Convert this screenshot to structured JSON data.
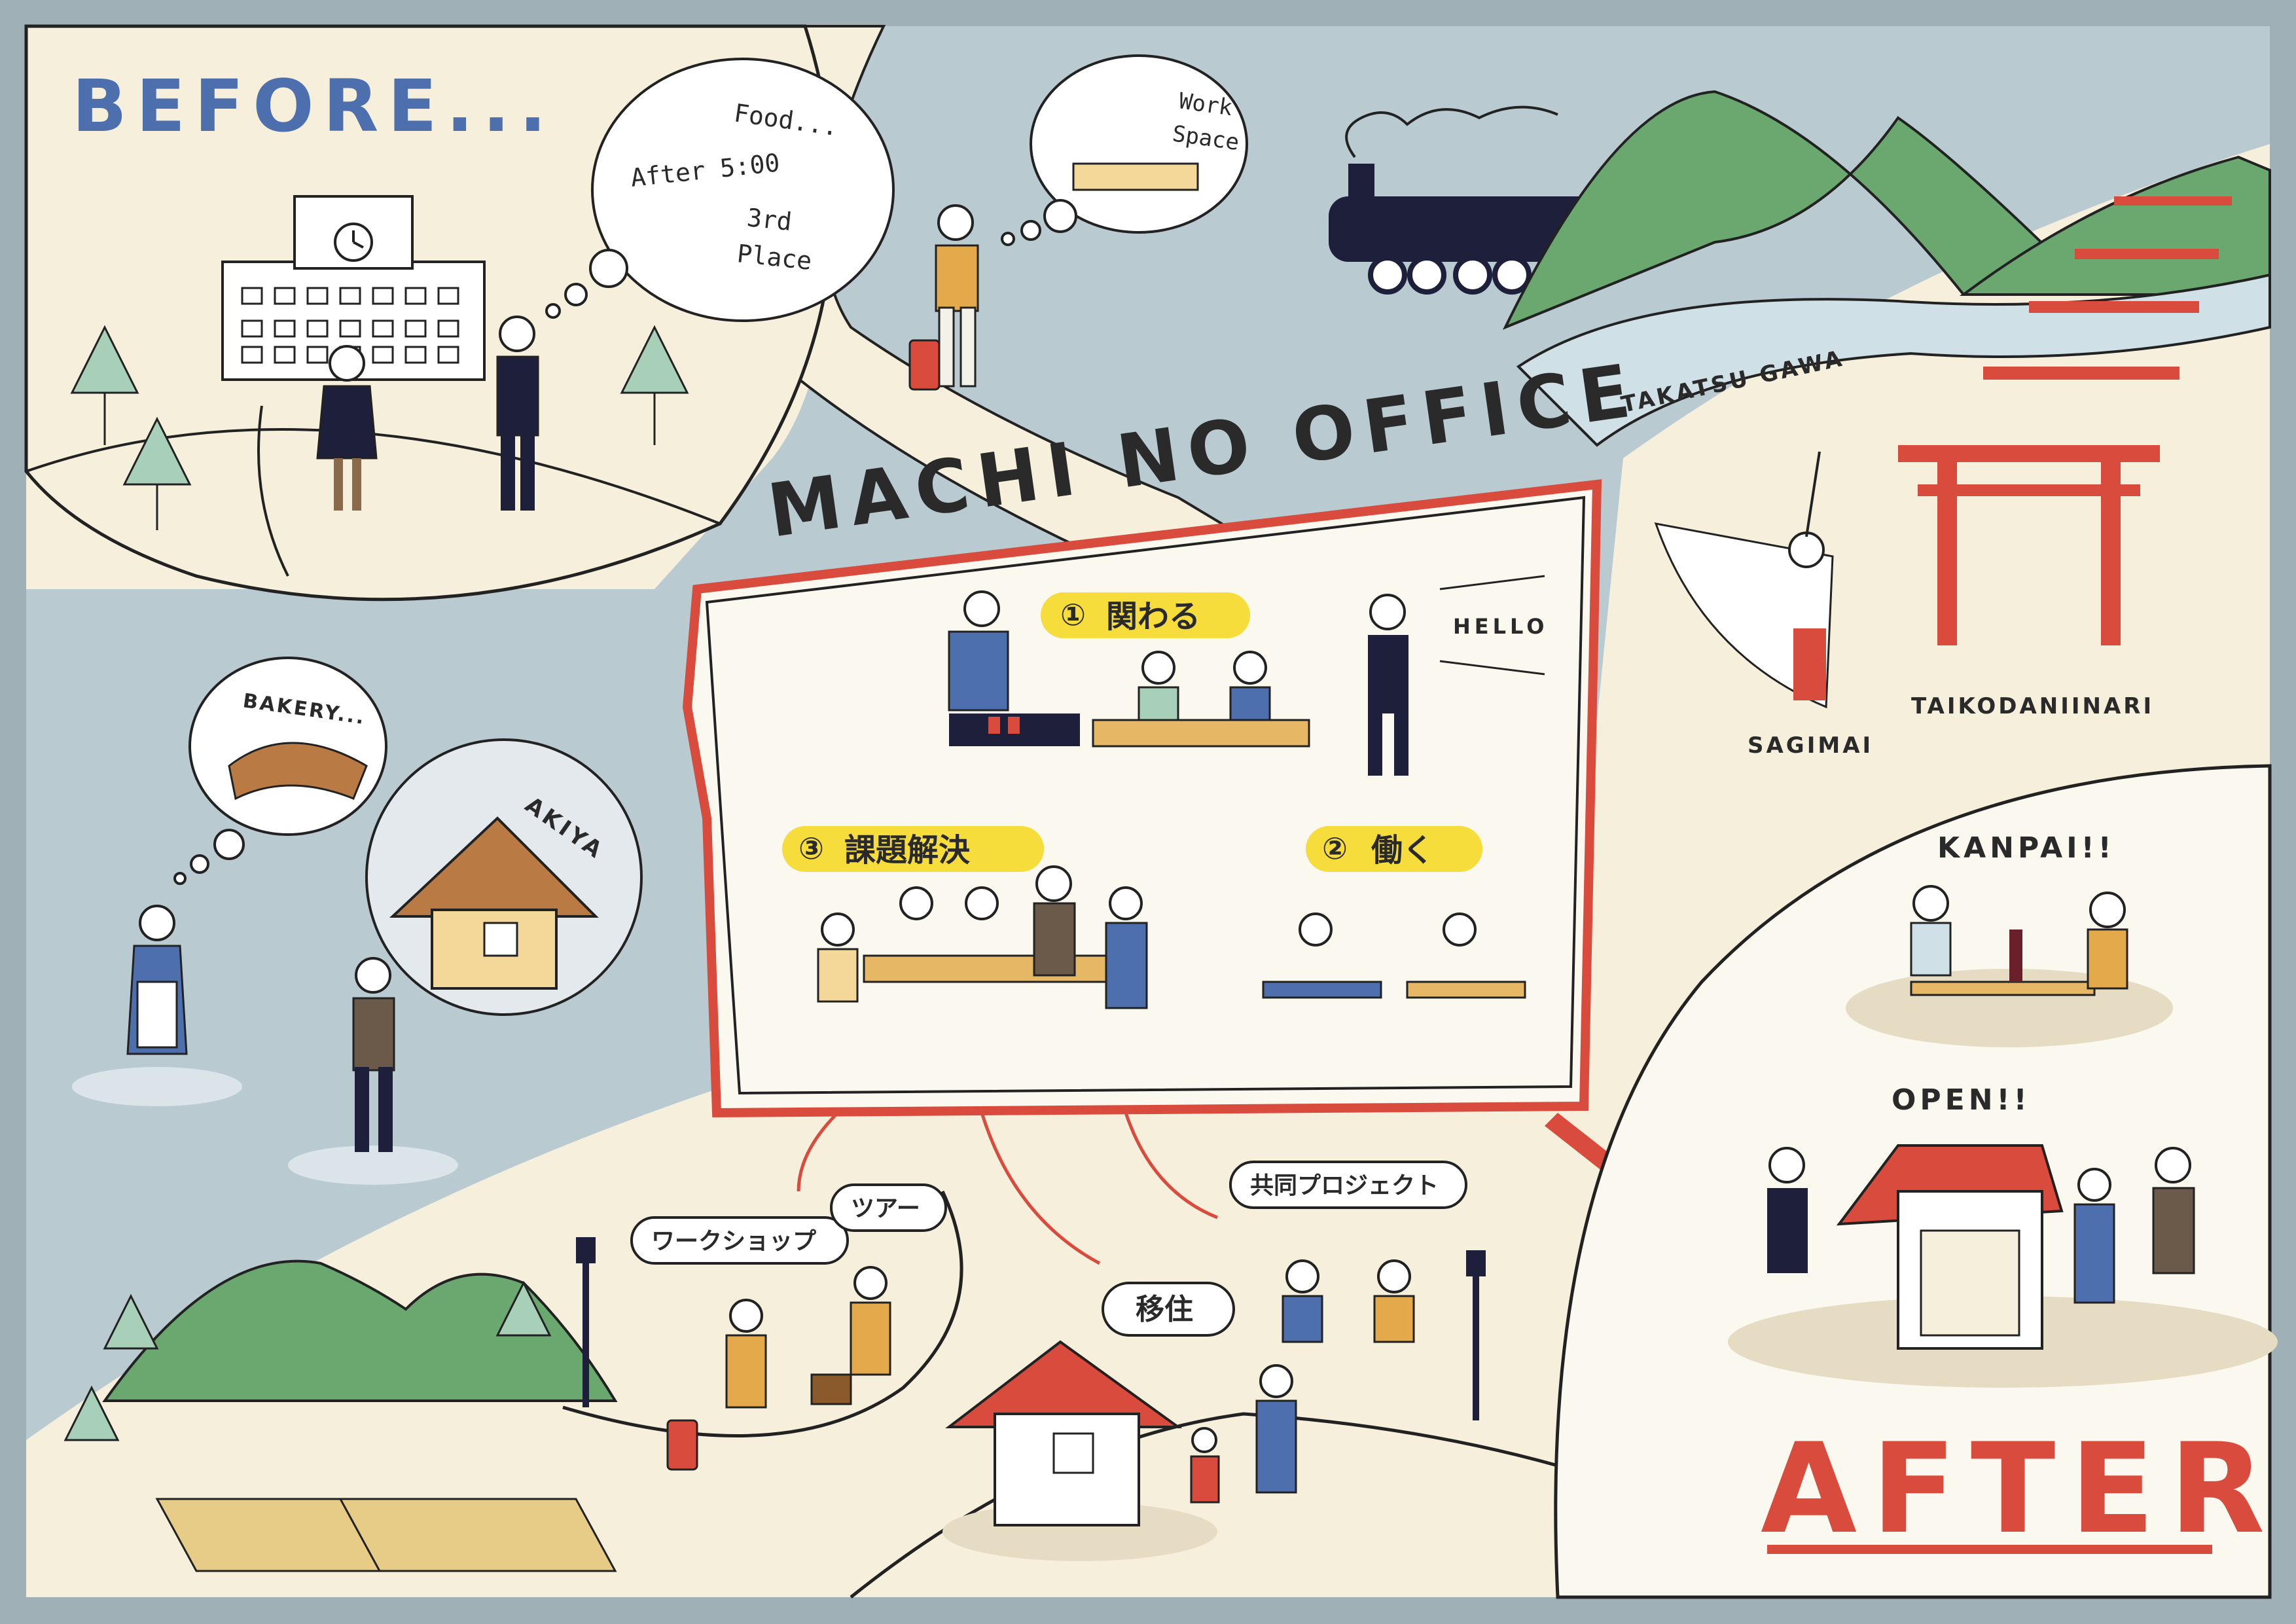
{
  "title": "MACHI NO OFFICE",
  "before_label": "BEFORE...",
  "after_label": "AFTER!",
  "colors": {
    "before_blue": "#4e6fae",
    "after_red": "#d94b3d",
    "highlight_yellow": "#f6dd3c",
    "mountain_green": "#6aa870",
    "river_blue": "#cfe0e6",
    "cream": "#f6efdc",
    "sky": "#b9cbd1"
  },
  "before_bubbles": {
    "school_thoughts": [
      "Food...",
      "After 5:00",
      "3rd",
      "Place"
    ],
    "traveler_thought": [
      "Work",
      "Space"
    ],
    "bakery_thought": "BAKERY...",
    "akiya_thought": "AKIYA"
  },
  "landmarks": {
    "river": "TAKATSU GAWA",
    "dance": "SAGIMAI",
    "shrine": "TAIKODANIINARI"
  },
  "office_panel": {
    "step1": {
      "num": "①",
      "label": "関わる"
    },
    "step2": {
      "num": "②",
      "label": "働く"
    },
    "step3": {
      "num": "③",
      "label": "課題解決"
    },
    "greeting": "HELLO"
  },
  "outcomes": {
    "workshop": "ワークショップ",
    "tour": "ツアー",
    "relocation": "移住",
    "joint_project": "共同プロジェクト"
  },
  "after_scenes": {
    "kanpai": "KANPAI!!",
    "open": "OPEN!!"
  }
}
